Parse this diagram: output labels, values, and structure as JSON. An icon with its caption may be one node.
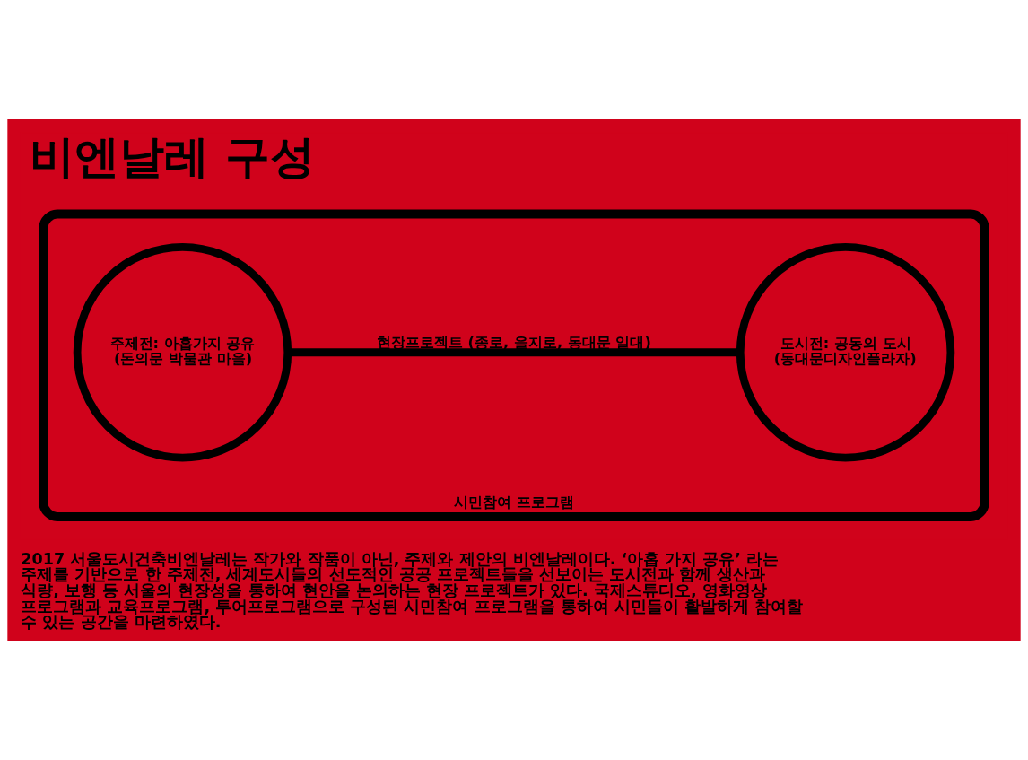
{
  "diagram": {
    "title": "비엔날레 구성",
    "caption": "2017 서울도시건축비엔날레는 작가와 작품이 아닌, 주제와 제안의 비엔날레이다. ‘아홉 가지 공유’ 라는 주제를 기반으로 한 주제전, 세계도시들의 선도적인 공공 프로젝트들을 선보이는 도시전과 함께 생산과 식량, 보행 등 서울의 현장성을 통하여 현안을 논의하는 현장 프로젝트가 있다. 국제스튜디오, 영화영상 프로그램과 교육프로그램, 투어프로그램으로 구성된 시민참여 프로그램을 통하여 시민들이 활발하게 참여할 수 있는 공간을 마련하였다.",
    "nodes": [
      {
        "text": [
          "시민참여 프로그램"
        ]
      },
      {
        "text": [
          "주제전: 아홉가지 공유",
          "(돈의문 박물관 마을)"
        ],
        "in": 0
      },
      {
        "text": [
          "도시전: 공동의 도시",
          "(동대문디자인플라자)"
        ],
        "in": 0
      }
    ],
    "edges": [
      {
        "from": 1,
        "to": 2,
        "arrow": "none",
        "label": "현장프로젝트 (종로, 을지로, 동대문 일대)"
      }
    ]
  }
}
